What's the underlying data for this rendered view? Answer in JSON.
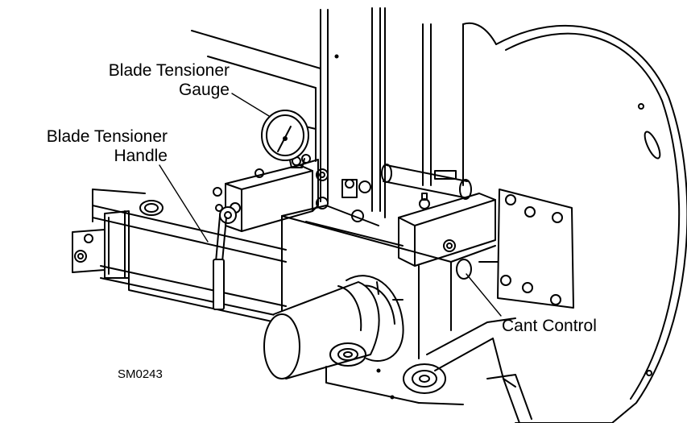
{
  "labels": {
    "gauge": {
      "line1": "Blade Tensioner",
      "line2": "Gauge"
    },
    "handle": {
      "line1": "Blade Tensioner",
      "line2": "Handle"
    },
    "cant": "Cant Control",
    "figure_code": "SM0243"
  },
  "colors": {
    "ink": "#000000",
    "paper": "#ffffff",
    "shade": "#f2f2f2"
  }
}
